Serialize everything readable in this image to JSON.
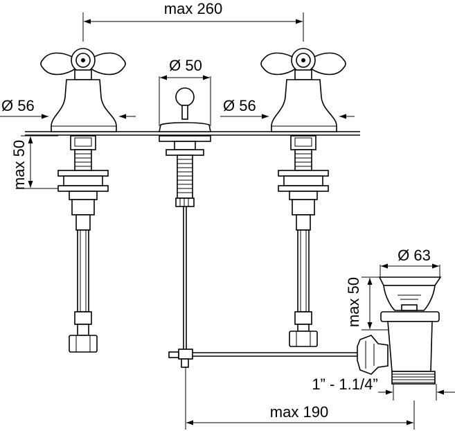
{
  "dimensions": {
    "width_total": "max 260",
    "diameter_center": "Ø 50",
    "diameter_left": "Ø 56",
    "diameter_right": "Ø 56",
    "height_left": "max 50",
    "diameter_drain": "Ø 63",
    "height_drain": "max 50",
    "thread": "1” - 1.1/4”",
    "depth_rod": "max 190"
  }
}
